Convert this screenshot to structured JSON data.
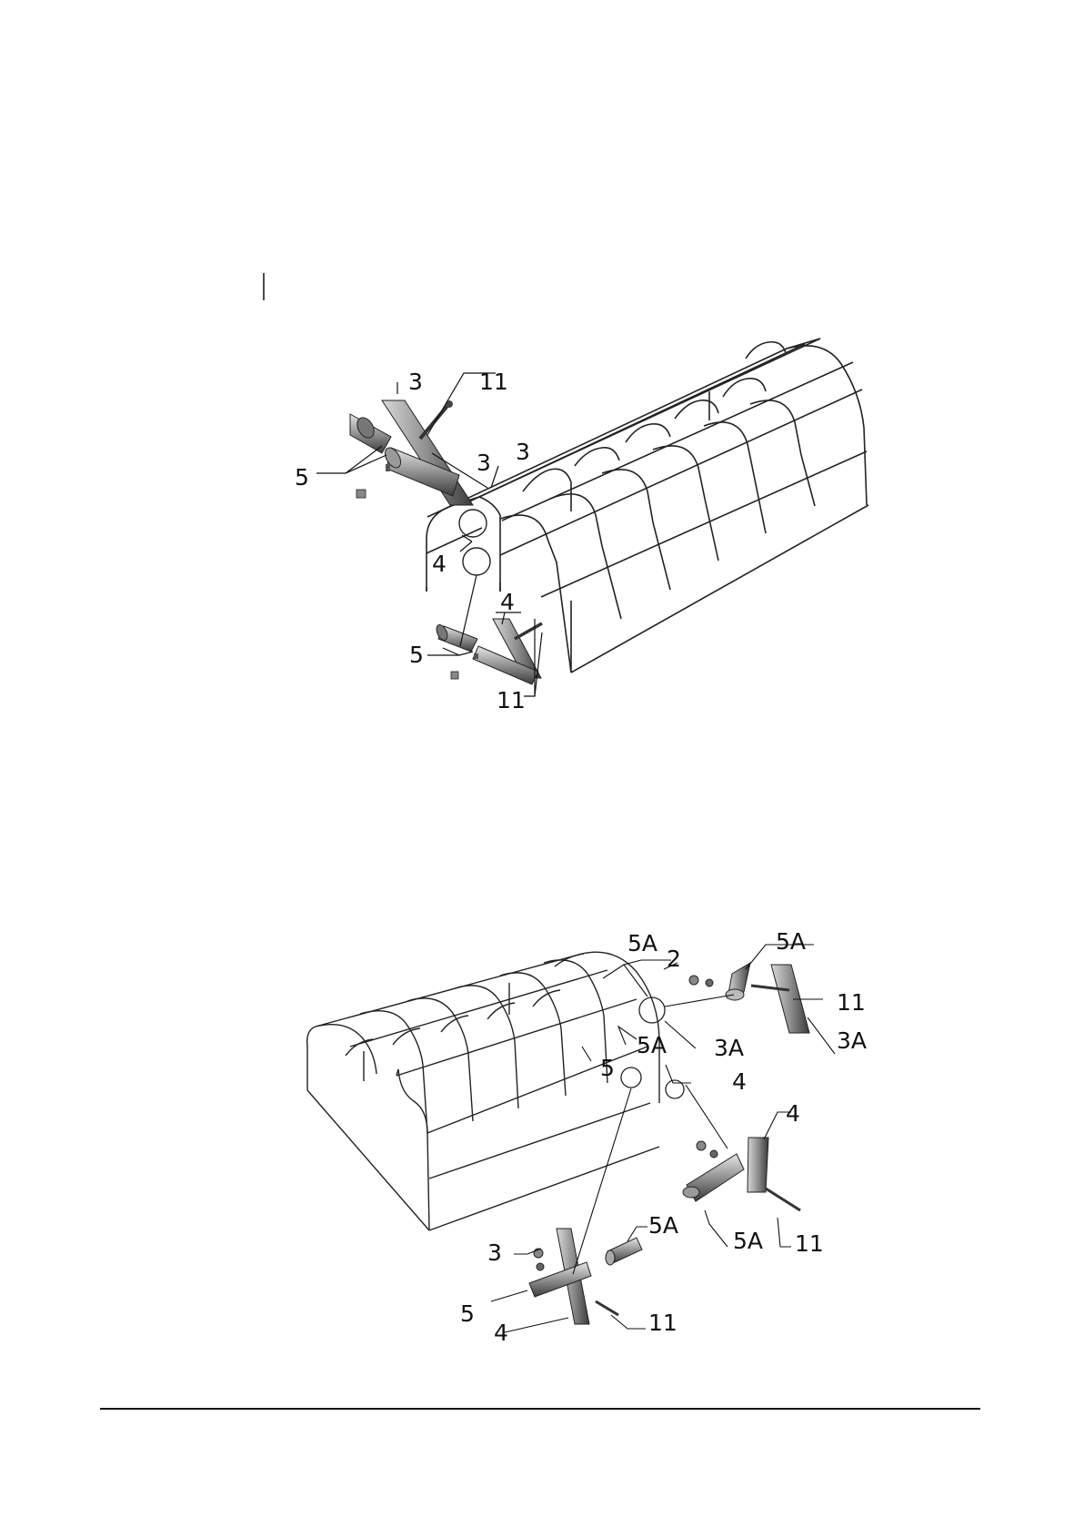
{
  "diagram_top": {
    "callouts": {
      "c3_top": "3",
      "c11_top": "11",
      "c3_mid": "3",
      "c3_right": "3",
      "c5_left": "5",
      "c4_mid": "4",
      "c4_low": "4",
      "c5_low": "5",
      "c11_low": "11"
    }
  },
  "diagram_bottom": {
    "callouts": {
      "c5a_top": "5A",
      "c2": "2",
      "c5a_right_top": "5A",
      "c11_right": "11",
      "c3a_right": "3A",
      "c5a_mid": "5A",
      "c3a_mid": "3A",
      "c5_mid": "5",
      "c4_mid": "4",
      "c4_right_low": "4",
      "c5a_sleeve": "5A",
      "c5a_low": "5A",
      "c11_low_right": "11",
      "c3_low": "3",
      "c5_low": "5",
      "c4_low": "4",
      "c11_low": "11"
    }
  },
  "colors": {
    "line": "#111111",
    "tube_light": "#c8c8c8",
    "tube_mid": "#8a8a8a",
    "tube_dark": "#3a3a3a"
  }
}
